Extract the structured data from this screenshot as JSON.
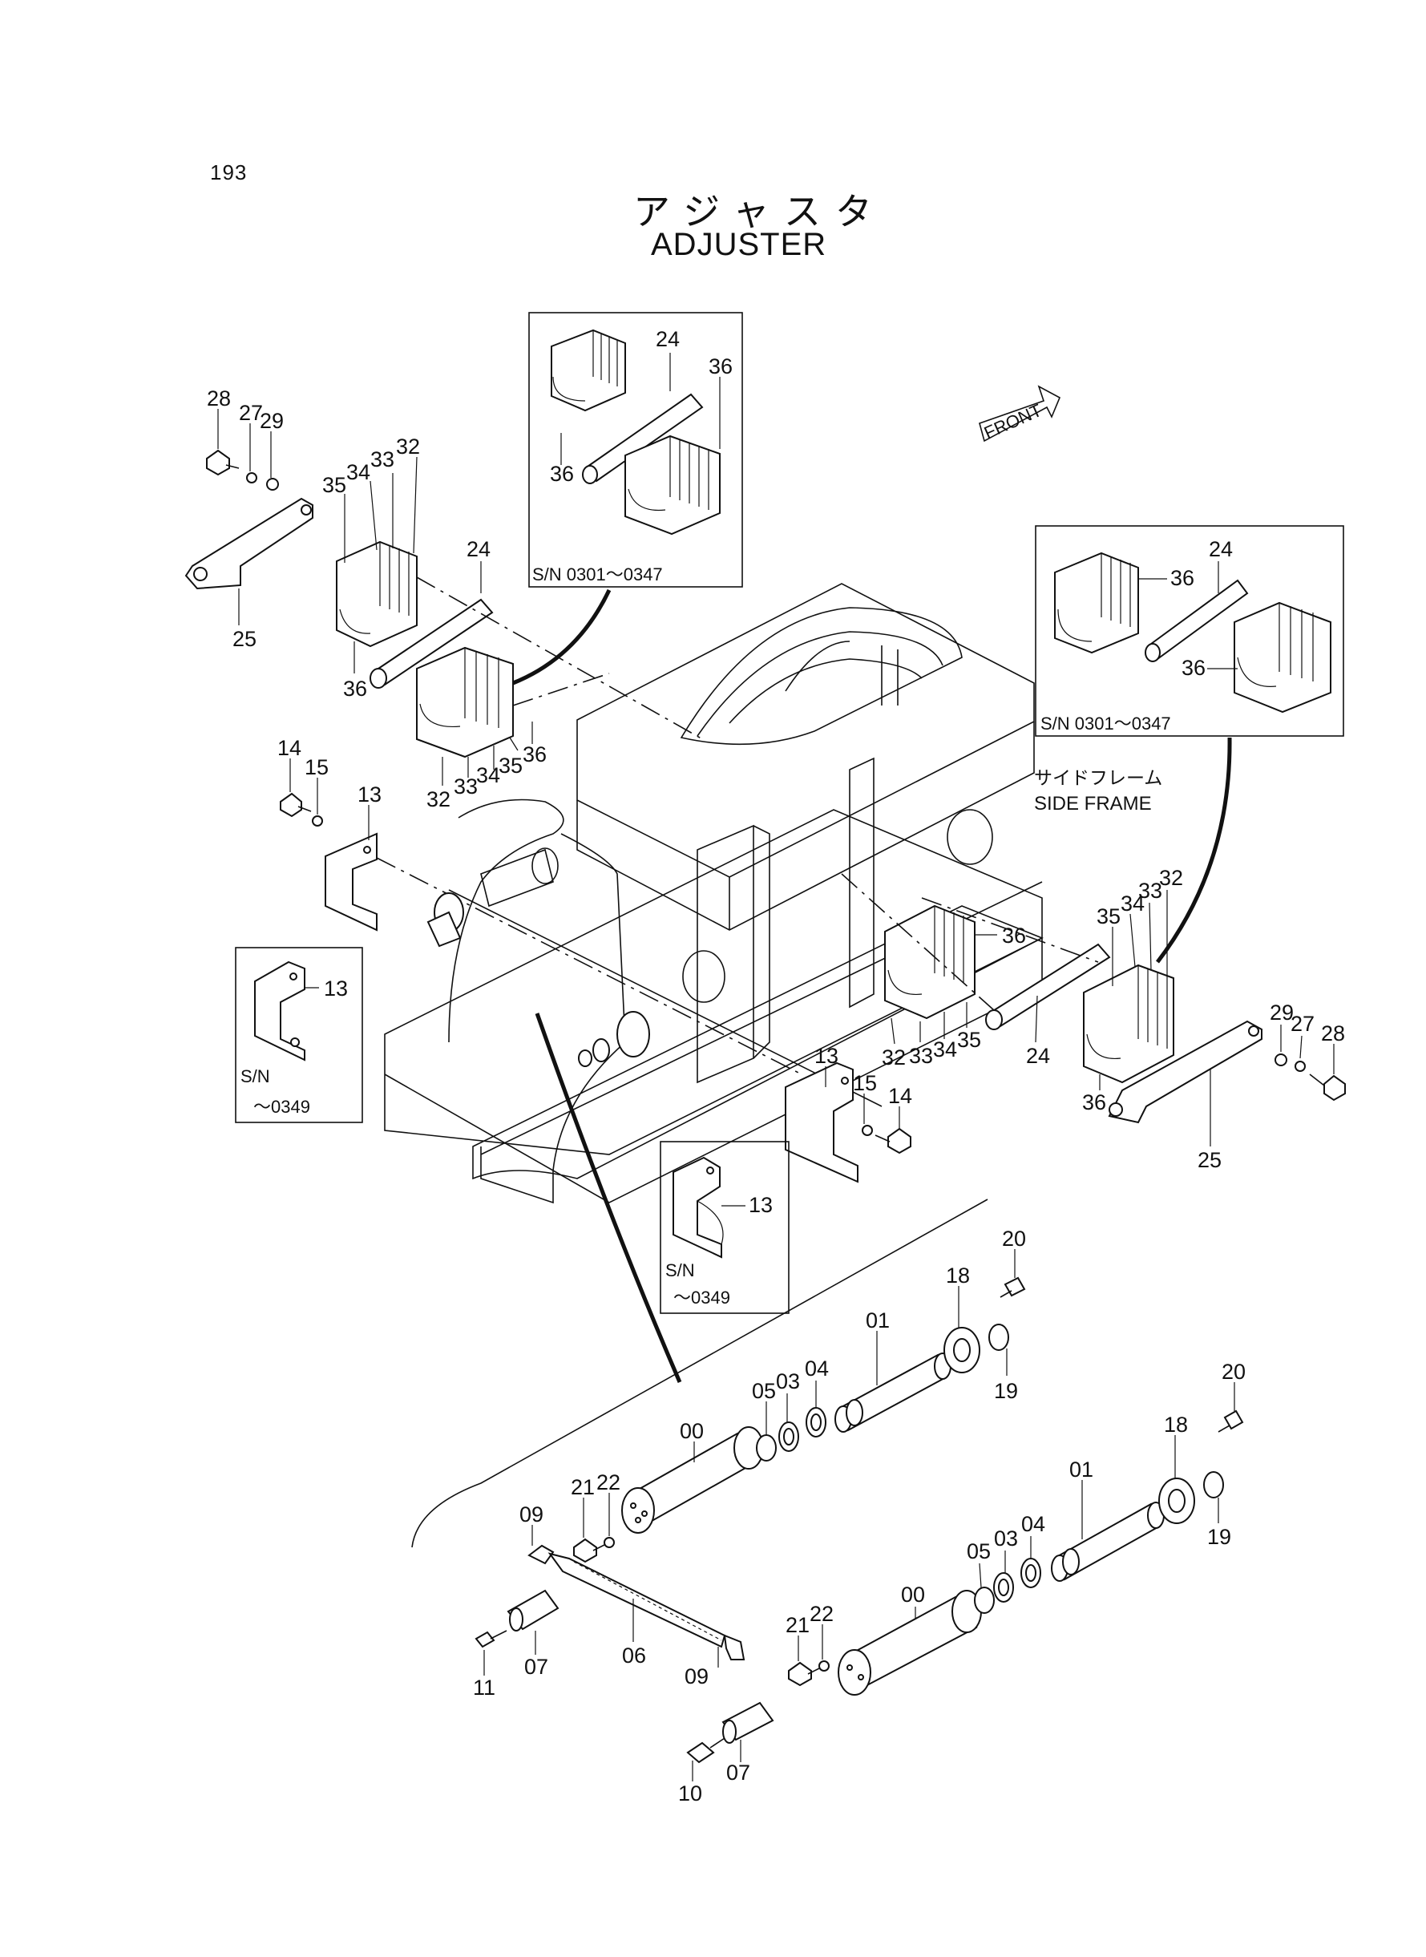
{
  "page_number": "193",
  "title_ja": "アジャスタ",
  "title_en": "ADJUSTER",
  "front_label": "FRONT",
  "side_frame_ja": "サイドフレーム",
  "side_frame_en": "SIDE FRAME",
  "serial_ranges": {
    "upper": "S/N  0301～0347",
    "bracket_prefix": "S/N",
    "bracket_range": "～0349"
  },
  "part_numbers": {
    "p00": "00",
    "p01": "01",
    "p03": "03",
    "p04": "04",
    "p05": "05",
    "p06": "06",
    "p07": "07",
    "p09": "09",
    "p10": "10",
    "p11": "11",
    "p13": "13",
    "p14": "14",
    "p15": "15",
    "p18": "18",
    "p19": "19",
    "p20": "20",
    "p21": "21",
    "p22": "22",
    "p24": "24",
    "p25": "25",
    "p27": "27",
    "p28": "28",
    "p29": "29",
    "p32": "32",
    "p33": "33",
    "p34": "34",
    "p35": "35",
    "p36": "36"
  }
}
